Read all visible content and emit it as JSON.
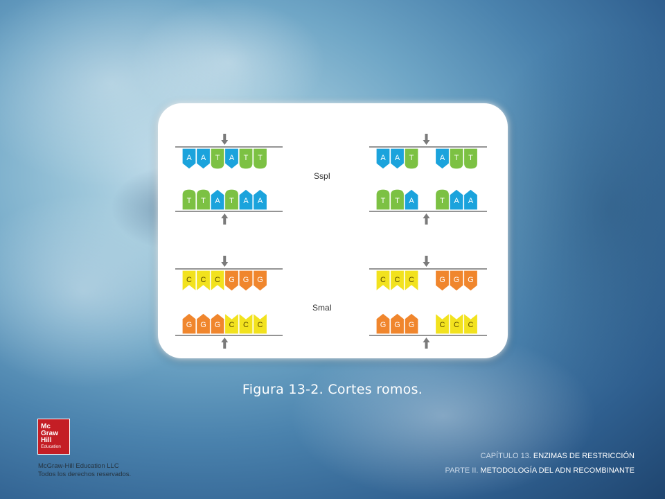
{
  "figure": {
    "caption": "Figura 13-2. Cortes romos.",
    "colors": {
      "A": "#1ba3dc",
      "T": "#7cc143",
      "C": "#f2e21e",
      "G": "#f0862d",
      "line": "#555555",
      "arrow": "#7a7a7a"
    },
    "panels": [
      {
        "enzyme": "SspI",
        "before": {
          "top": [
            "A",
            "A",
            "T",
            "A",
            "T",
            "T"
          ],
          "bottom": [
            "T",
            "T",
            "A",
            "T",
            "A",
            "A"
          ]
        },
        "after": {
          "top_left": [
            "A",
            "A",
            "T"
          ],
          "top_right": [
            "A",
            "T",
            "T"
          ],
          "bottom_left": [
            "T",
            "T",
            "A"
          ],
          "bottom_right": [
            "T",
            "A",
            "A"
          ]
        }
      },
      {
        "enzyme": "SmaI",
        "before": {
          "top": [
            "C",
            "C",
            "C",
            "G",
            "G",
            "G"
          ],
          "bottom": [
            "G",
            "G",
            "G",
            "C",
            "C",
            "C"
          ]
        },
        "after": {
          "top_left": [
            "C",
            "C",
            "C"
          ],
          "top_right": [
            "G",
            "G",
            "G"
          ],
          "bottom_left": [
            "G",
            "G",
            "G"
          ],
          "bottom_right": [
            "C",
            "C",
            "C"
          ]
        }
      }
    ]
  },
  "logo": {
    "line1": "Mc",
    "line2": "Graw",
    "line3": "Hill",
    "line4": "Education"
  },
  "copyright": {
    "line1": "McGraw-Hill Education LLC",
    "line2": "Todos los derechos reservados."
  },
  "chapter": {
    "chapter_label": "CAPÍTULO 13.",
    "chapter_title": "ENZIMAS DE RESTRICCIÓN",
    "part_label": "PARTE II.",
    "part_title": "METODOLOGÍA DEL ADN RECOMBINANTE"
  }
}
